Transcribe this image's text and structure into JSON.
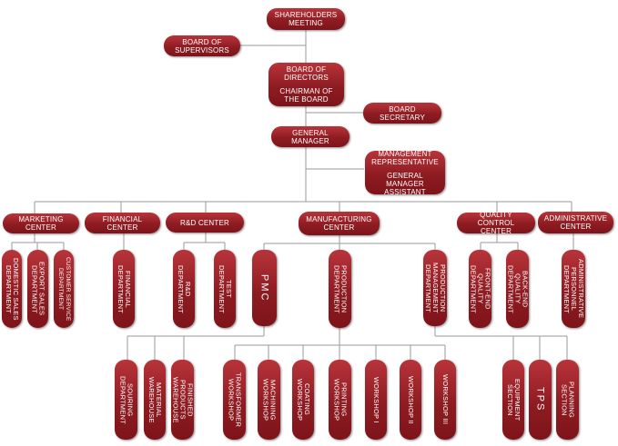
{
  "nodes": {
    "shareholders": "SHAREHOLDERS\nMEETING",
    "supervisors": "BOARD OF\nSUPERVISORS",
    "board_directors": "BOARD OF\nDIRECTORS",
    "chairman": "CHAIRMAN OF\nTHE BOARD",
    "board_secretary": "BOARD\nSECRETARY",
    "general_manager": "GENERAL\nMANAGER",
    "mgmt_rep": "MANAGEMENT\nREPRESENTATIVE",
    "gm_assistant": "GENERAL MANAGER\nASSISTANT",
    "marketing": "MARKETING\nCENTER",
    "financial_center": "FINANCIAL\nCENTER",
    "rd_center": "R&D CENTER",
    "manufacturing": "MANUFACTURING\nCENTER",
    "quality_control": "QUALITY CONTROL\nCENTER",
    "administrative": "ADMINISTRATIVE\nCENTER",
    "domestic_sales": "DOMESTIC SALES\nDEPARTMENT",
    "export_sales": "EXPORT SALES\nDEPARTMENT",
    "customer_service": "CUSTOMER SERVICE\nDEPARTMENT",
    "financial_dept": "FINANCIAL\nDEPARTMENT",
    "rd_dept": "R&D\nDEPARTMENT",
    "test_dept": "TEST\nDEPARTMENT",
    "pmc": "PMC",
    "production_dept": "PRODUCTION\nDEPARTMENT",
    "production_mgmt": "PRODUCTION\nMANAGEMENT\nDEPARTMENT",
    "front_end_quality": "FRONT-END\nQUALITY\nDEPARTMENT",
    "back_end_quality": "BACK-END\nQUALITY\nDEPARTMENT",
    "admin_personnel": "ADMINISTRATIVE\nPERSONNEL\nDEPARTMENT",
    "souring": "SOURING\nDEPARTMENT",
    "material_warehouse": "MATERIAL\nWAREHOUSE",
    "finished_products": "FINISHED\nPRODUCTS\nWAREHOUSE",
    "transformer_workshop": "TRANSFORMER\nWORKSHOP",
    "machining_workshop": "MACHINING\nWORKSHOP",
    "coating_workshop": "COATING\nWORKSHOP",
    "printing_workshop": "PRINTING\nWORKSHOP",
    "workshop_1": "WORKSHOP I",
    "workshop_2": "WORKSHOP II",
    "workshop_3": "WORKSHOP III",
    "equipment_section": "EQUIPMENT\nSECTION",
    "tps": "TPS",
    "planning_section": "PLANNING\nSECTION"
  },
  "colors": {
    "node": "#8e1c22",
    "node_light": "#b8343a",
    "connector": "#9a9a9a",
    "text": "#ffffff"
  }
}
